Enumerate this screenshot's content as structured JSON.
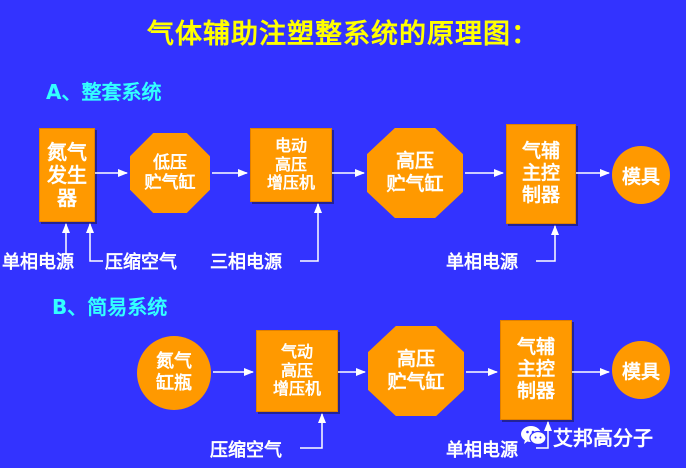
{
  "title": "气体辅助注塑整系统的原理图：",
  "section_a": {
    "heading": "A、整套系统",
    "nitrogen_generator": "氮气\n发生\n器",
    "low_pressure_tank": "低压\n贮气缸",
    "electric_booster": "电动\n高压\n增压机",
    "high_pressure_tank": "高压\n贮气缸",
    "controller": "气辅\n主控\n制器",
    "mold": "模具",
    "label_single_phase_1": "单相电源",
    "label_compressed_air": "压缩空气",
    "label_three_phase": "三相电源",
    "label_single_phase_2": "单相电源"
  },
  "section_b": {
    "heading": "B、简易系统",
    "nitrogen_cylinder": "氮气\n缸瓶",
    "pneumatic_booster": "气动\n高压\n增压机",
    "high_pressure_tank": "高压\n贮气缸",
    "controller": "气辅\n主控\n制器",
    "mold": "模具",
    "label_compressed_air": "压缩空气",
    "label_single_phase": "单相电源"
  },
  "watermark": {
    "icon": "wechat-icon",
    "text": "艾邦高分子"
  },
  "colors": {
    "background": "#3333ff",
    "node_fill": "#ff9900",
    "title": "#ffff00",
    "section_heading": "#33ffff",
    "text": "#ffffff"
  }
}
